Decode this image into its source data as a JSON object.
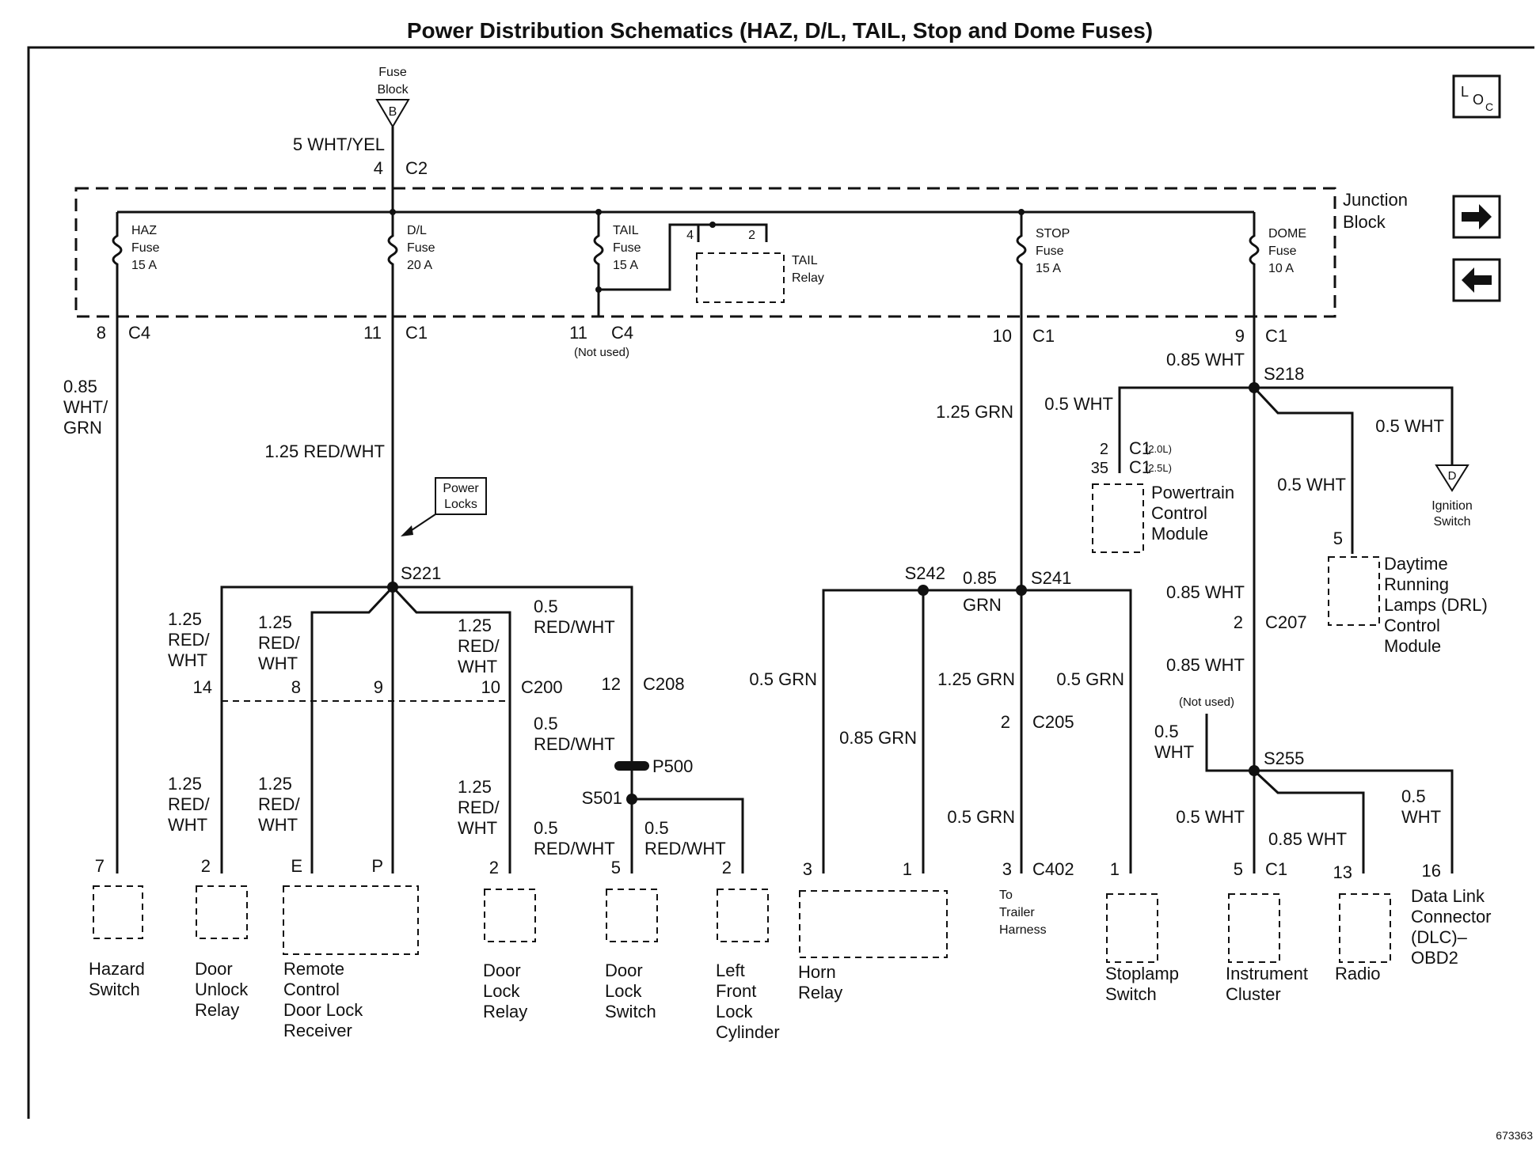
{
  "title": "Power Distribution Schematics (HAZ, D/L, TAIL, Stop and Dome Fuses)",
  "figure_number": "673363",
  "labels": {
    "fuse_block": [
      "Fuse",
      "Block"
    ],
    "fuse_block_letter": "B",
    "feed_wire": "5 WHT/YEL",
    "feed_pin": "4",
    "feed_conn": "C2",
    "junction_block": [
      "Junction",
      "Block"
    ],
    "haz_fuse": [
      "HAZ",
      "Fuse",
      "15 A"
    ],
    "dl_fuse": [
      "D/L",
      "Fuse",
      "20 A"
    ],
    "tail_fuse": [
      "TAIL",
      "Fuse",
      "15 A"
    ],
    "tail_relay": [
      "TAIL",
      "Relay"
    ],
    "tail_relay_pin4": "4",
    "tail_relay_pin2": "2",
    "stop_fuse": [
      "STOP",
      "Fuse",
      "15 A"
    ],
    "dome_fuse": [
      "DOME",
      "Fuse",
      "10 A"
    ],
    "haz_pin": "8",
    "haz_conn": "C4",
    "haz_wire": [
      "0.85",
      "WHT/",
      "GRN"
    ],
    "dl_pin": "11",
    "dl_conn": "C1",
    "dl_wire": "1.25 RED/WHT",
    "tail_pin": "11",
    "tail_conn": "C4",
    "tail_note": "(Not used)",
    "stop_pin": "10",
    "stop_conn": "C1",
    "stop_wire": "1.25 GRN",
    "dome_pin": "9",
    "dome_conn": "C1",
    "dome_wire": "0.85 WHT",
    "power_locks": [
      "Power",
      "Locks"
    ],
    "s221": "S221",
    "w_125_red_wht": [
      "1.25",
      "RED/",
      "WHT"
    ],
    "w_05_red_wht": [
      "0.5",
      "RED/WHT"
    ],
    "c200": "C200",
    "c200_pins": [
      "14",
      "8",
      "9",
      "10"
    ],
    "c208_pin": "12",
    "c208": "C208",
    "p500": "P500",
    "s501": "S501",
    "s242": "S242",
    "s241": "S241",
    "w_085_grn": [
      "0.85",
      "GRN"
    ],
    "w_05_grn": "0.5 GRN",
    "w_085_grn_line": "0.85 GRN",
    "w_125_grn": "1.25 GRN",
    "c205_pin": "2",
    "c205": "C205",
    "c402_pin": "3",
    "c402": "C402",
    "trailer": [
      "To",
      "Trailer",
      "Harness"
    ],
    "s218": "S218",
    "w_05_wht": "0.5 WHT",
    "pcm_pins": [
      "2",
      "35"
    ],
    "pcm_conns": [
      "C1",
      "(2.0L)",
      "C1",
      "(2.5L)"
    ],
    "ign_letter": "D",
    "ign": [
      "Ignition",
      "Switch"
    ],
    "drl_pin": "5",
    "c207_pin": "2",
    "c207": "C207",
    "w_085_wht": "0.85 WHT",
    "not_used": "(Not used)",
    "w_05_wht_stack": [
      "0.5",
      "WHT"
    ],
    "s255": "S255",
    "ic_pin": "5",
    "ic_conn": "C1",
    "radio_pin": "13",
    "dlc_pin": "16"
  },
  "components": {
    "hazard": {
      "pin": "7",
      "name": [
        "Hazard",
        "Switch"
      ]
    },
    "door_unlock": {
      "pin": "2",
      "name": [
        "Door",
        "Unlock",
        "Relay"
      ]
    },
    "remote_rx": {
      "pins": [
        "E",
        "P"
      ],
      "name": [
        "Remote",
        "Control",
        "Door Lock",
        "Receiver"
      ]
    },
    "door_lock_relay": {
      "pin": "2",
      "name": [
        "Door",
        "Lock",
        "Relay"
      ]
    },
    "door_lock_switch": {
      "pin": "5",
      "name": [
        "Door",
        "Lock",
        "Switch"
      ]
    },
    "lf_lock_cyl": {
      "pin": "2",
      "name": [
        "Left",
        "Front",
        "Lock",
        "Cylinder"
      ]
    },
    "horn_relay": {
      "pins": [
        "3",
        "1"
      ],
      "name": [
        "Horn",
        "Relay"
      ]
    },
    "stoplamp": {
      "pin": "1",
      "name": [
        "Stoplamp",
        "Switch"
      ]
    },
    "pcm": {
      "name": [
        "Powertrain",
        "Control",
        "Module"
      ]
    },
    "drl": {
      "name": [
        "Daytime",
        "Running",
        "Lamps (DRL)",
        "Control",
        "Module"
      ]
    },
    "instrument_cluster": {
      "name": [
        "Instrument",
        "Cluster"
      ]
    },
    "radio": {
      "name": [
        "Radio"
      ]
    },
    "dlc": {
      "name": [
        "Data Link",
        "Connector",
        "(DLC)–",
        "OBD2"
      ]
    }
  }
}
